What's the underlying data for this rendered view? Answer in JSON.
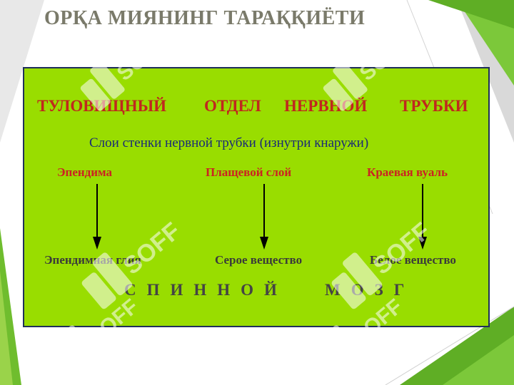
{
  "slide": {
    "title": "ОРҚА МИЯНИНГ ТАРАҚҚИЁТИ"
  },
  "panel": {
    "heading_parts": [
      "ТУЛОВИЩНЫЙ",
      "ОТДЕЛ",
      "НЕРВНОЙ",
      "ТРУБКИ"
    ],
    "subheading": "Слои стенки нервной трубки (изнутри кнаружи)",
    "layers": [
      "Эпендима",
      "Плащевой слой",
      "Краевая вуаль"
    ],
    "results": [
      "Эпендимная глия",
      "Серое вещество",
      "Белое вещество"
    ],
    "bottom_words": [
      "СПИННОЙ",
      "МОЗГ"
    ]
  },
  "watermark": {
    "text": "SOFF"
  },
  "colors": {
    "panel_bg": "#99dd00",
    "panel_border": "#1f2f5a",
    "heading": "#c0281e",
    "subheading": "#1a2a78",
    "layer_label": "#cc2222",
    "result_label": "#3a3a3a",
    "title": "#7a7a6a",
    "bg_green": "#7cc83a"
  }
}
